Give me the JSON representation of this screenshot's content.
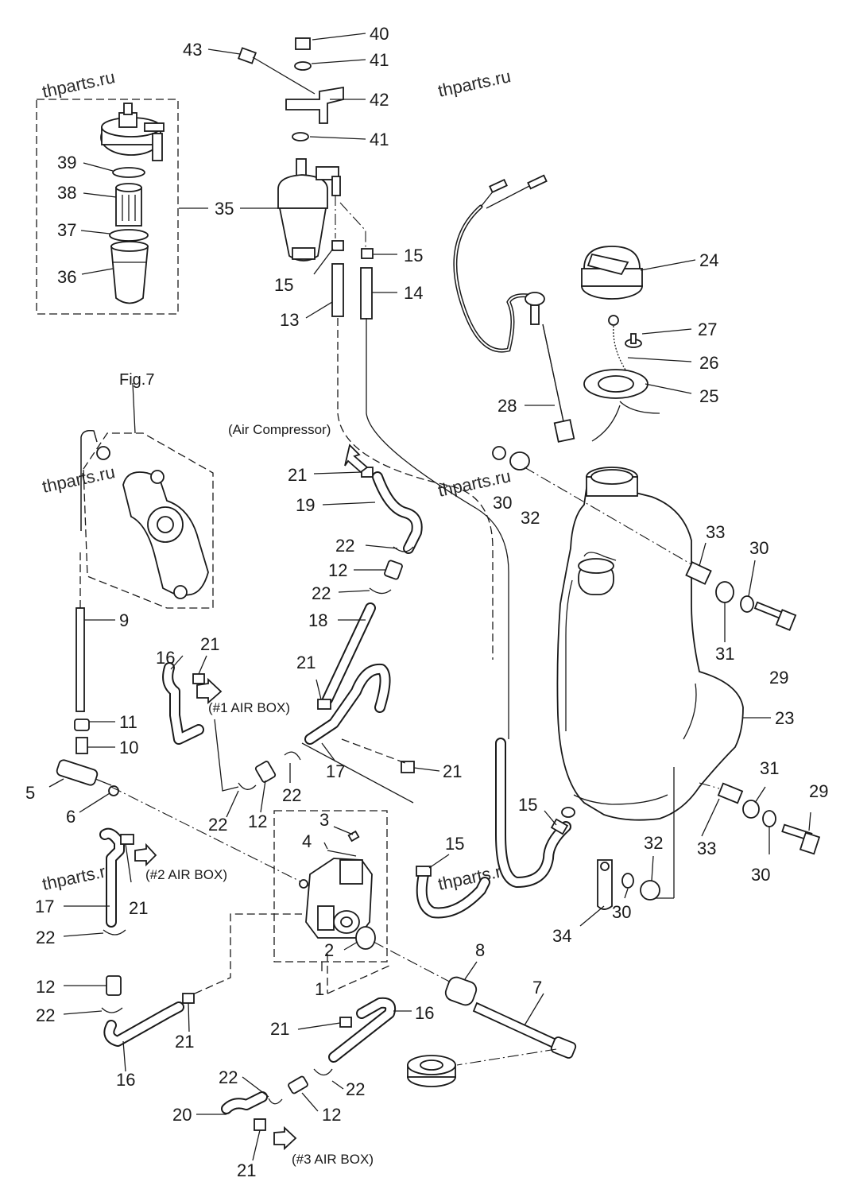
{
  "figure_ref": "Fig.7",
  "watermark": "thparts.ru",
  "annotations": {
    "air_compressor": "(Air Compressor)",
    "air_box_1": "(#1 AIR BOX)",
    "air_box_2": "(#2 AIR BOX)",
    "air_box_3": "(#3 AIR BOX)"
  },
  "callouts": {
    "c40": "40",
    "c41a": "41",
    "c43": "43",
    "c42": "42",
    "c41b": "41",
    "c39": "39",
    "c38": "38",
    "c35": "35",
    "c37": "37",
    "c36": "36",
    "c15a": "15",
    "c15b": "15",
    "c14": "14",
    "c13": "13",
    "c24": "24",
    "c27": "27",
    "c26": "26",
    "c25": "25",
    "c28": "28",
    "c21a": "21",
    "c30a": "30",
    "c32a": "32",
    "c19": "19",
    "c33a": "33",
    "c30b": "30",
    "c22a": "22",
    "c12a": "12",
    "c22b": "22",
    "c9": "9",
    "c31a": "31",
    "c18": "18",
    "c29a": "29",
    "c16a": "16",
    "c21b": "21",
    "c21c": "21",
    "c23": "23",
    "c11": "11",
    "c10": "10",
    "c17a": "17",
    "c21d": "21",
    "c5": "5",
    "c6": "6",
    "c22c": "22",
    "c12b": "12",
    "c22d": "22",
    "c31b": "31",
    "c29b": "29",
    "c15c": "15",
    "c3": "3",
    "c4": "4",
    "c15d": "15",
    "c32b": "32",
    "c33b": "33",
    "c30c": "30",
    "c21e": "21",
    "c17b": "17",
    "c34": "34",
    "c30d": "30",
    "c2": "2",
    "c8": "8",
    "c22e": "22",
    "c1": "1",
    "c7": "7",
    "c12c": "12",
    "c22f": "22",
    "c21f": "21",
    "c16b": "16",
    "c16c": "16",
    "c21g": "21",
    "c22g": "22",
    "c22h": "22",
    "c20": "20",
    "c12d": "12",
    "c21h": "21"
  }
}
